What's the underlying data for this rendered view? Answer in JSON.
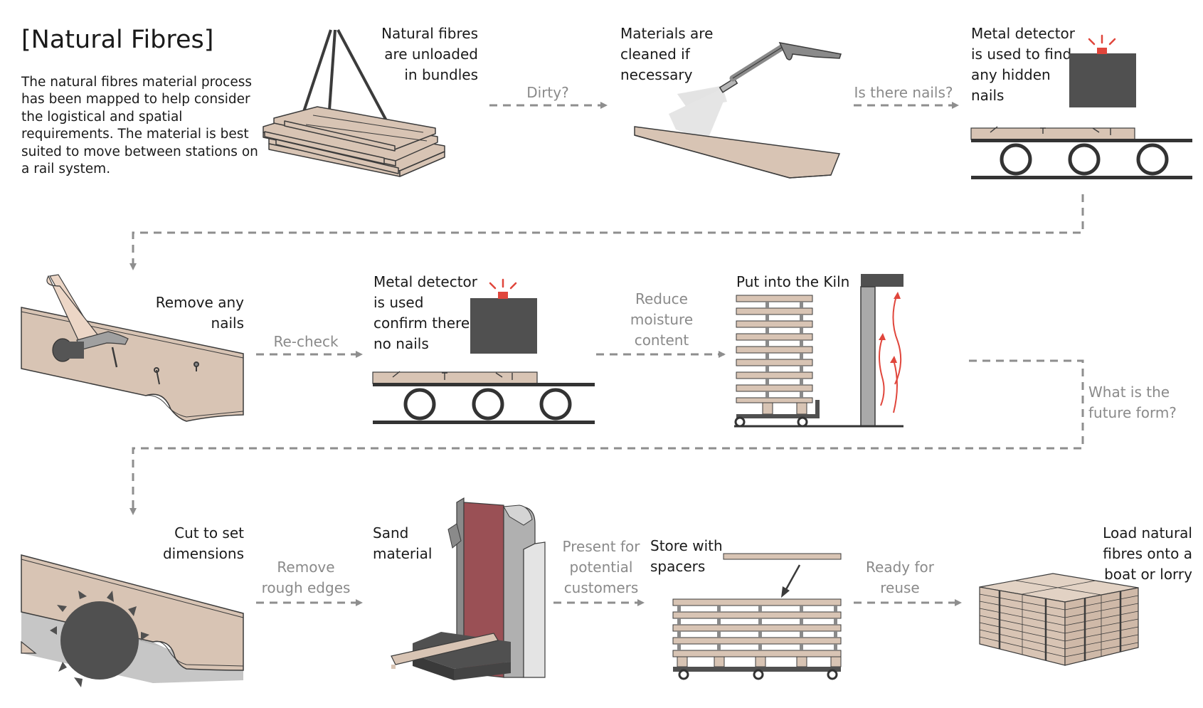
{
  "title": "[Natural Fibres]",
  "intro": "The natural fibres material process has been mapped to help consider the logistical and spatial requirements. The material is best suited to move between stations on a rail system.",
  "colors": {
    "wood": "#d8c4b4",
    "outline": "#3b3b3b",
    "dark": "#505050",
    "arrow": "#8e8e8e",
    "alert": "#e0463c",
    "belt": "#9a5055",
    "metal": "#a9a9a9"
  },
  "steps": [
    {
      "id": "unload",
      "lines": [
        "Natural fibres",
        "are unloaded",
        "in bundles"
      ]
    },
    {
      "id": "clean",
      "lines": [
        "Materials are",
        "cleaned if",
        "necessary"
      ]
    },
    {
      "id": "detect",
      "lines": [
        "Metal detector",
        "is used to find",
        "any hidden",
        "nails"
      ]
    },
    {
      "id": "remove-nails",
      "lines": [
        "Remove any",
        "nails"
      ]
    },
    {
      "id": "recheck",
      "lines": [
        "Metal detector",
        "is used",
        "confirm there's",
        "no nails"
      ]
    },
    {
      "id": "kiln",
      "lines": [
        "Put into the Kiln"
      ]
    },
    {
      "id": "cut",
      "lines": [
        "Cut to set",
        "dimensions"
      ]
    },
    {
      "id": "sand",
      "lines": [
        "Sand",
        "material"
      ]
    },
    {
      "id": "store",
      "lines": [
        "Store with",
        "spacers"
      ]
    },
    {
      "id": "load",
      "lines": [
        "Load natural",
        "fibres onto a",
        "boat or lorry"
      ]
    }
  ],
  "connectors": [
    {
      "id": "dirty",
      "lines": [
        "Dirty?"
      ]
    },
    {
      "id": "nails-question",
      "lines": [
        "Is there nails?"
      ]
    },
    {
      "id": "re-check",
      "lines": [
        "Re-check"
      ]
    },
    {
      "id": "reduce-moisture",
      "lines": [
        "Reduce",
        "moisture",
        "content"
      ]
    },
    {
      "id": "future-form",
      "lines": [
        "What is the",
        "future form?"
      ]
    },
    {
      "id": "rough-edges",
      "lines": [
        "Remove",
        "rough edges"
      ]
    },
    {
      "id": "present",
      "lines": [
        "Present for",
        "potential",
        "customers"
      ]
    },
    {
      "id": "ready",
      "lines": [
        "Ready for",
        "reuse"
      ]
    }
  ]
}
